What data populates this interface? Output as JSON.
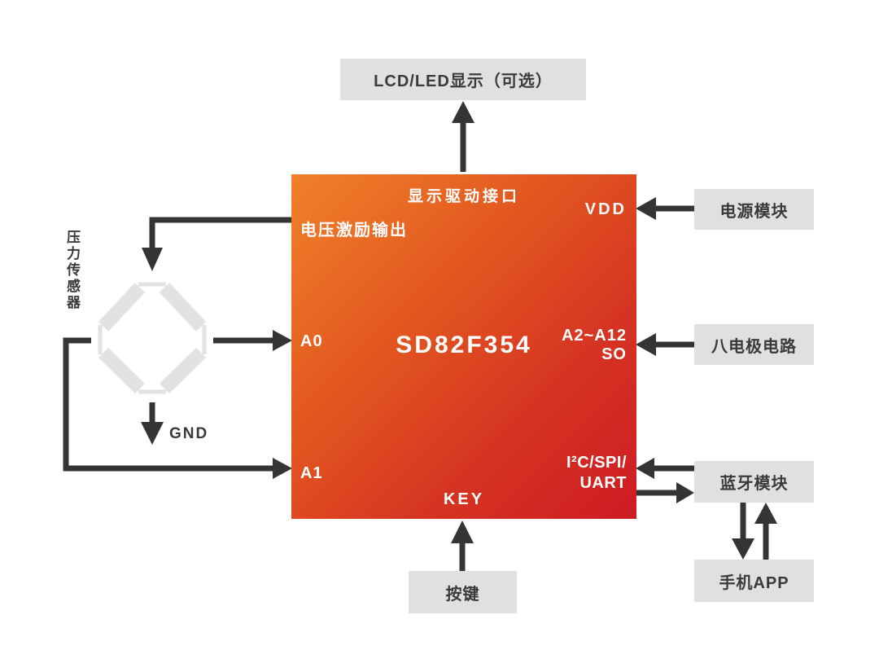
{
  "chip": {
    "name": "SD82F354",
    "labels": {
      "display_interface": "显示驱动接口",
      "voltage_excitation": "电压激励输出",
      "vdd": "VDD",
      "a0": "A0",
      "a2_a12": "A2~A12",
      "so": "SO",
      "a1": "A1",
      "i2c_spi": "I²C/SPI/",
      "uart": "UART",
      "key": "KEY"
    }
  },
  "modules": {
    "display": "LCD/LED显示（可选）",
    "power": "电源模块",
    "electrodes": "八电极电路",
    "bluetooth": "蓝牙模块",
    "phone_app": "手机APP",
    "key_button": "按键"
  },
  "sensor": {
    "label": "压力传感器",
    "gnd": "GND"
  },
  "colors": {
    "background": "#ffffff",
    "chip_gradient_start": "#f0812a",
    "chip_gradient_end": "#ce1b23",
    "chip_text": "#ffffff",
    "wire": "#343434",
    "module_bg": "#e0e0e0",
    "module_text": "#3a3a3a",
    "bridge": "#e2e2e2"
  }
}
